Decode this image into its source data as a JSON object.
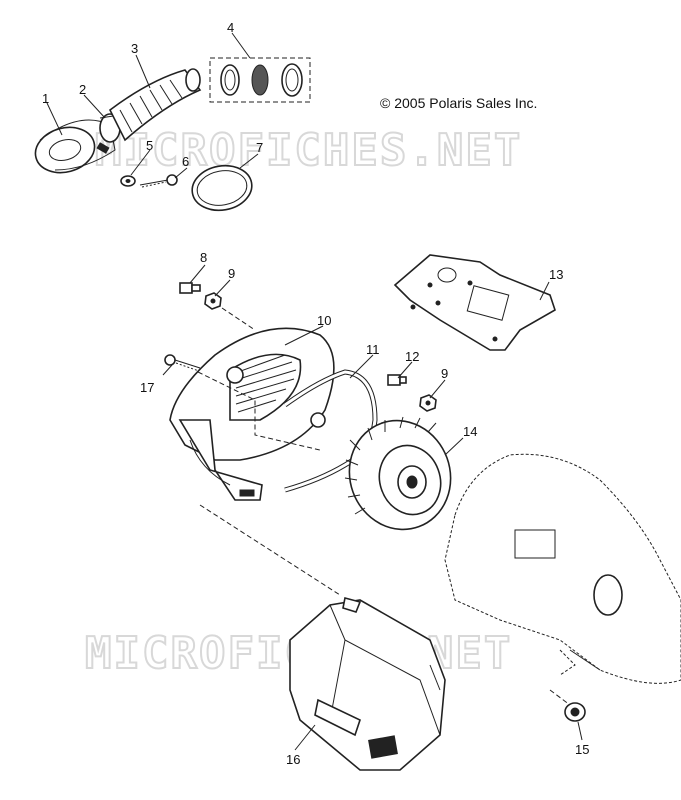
{
  "copyright": "© 2005 Polaris Sales Inc.",
  "watermark": "MICROFICHES.NET",
  "callouts": {
    "c1": "1",
    "c2": "2",
    "c3": "3",
    "c4": "4",
    "c5": "5",
    "c6": "6",
    "c7": "7",
    "c8": "8",
    "c9a": "9",
    "c9b": "9",
    "c10": "10",
    "c11": "11",
    "c12": "12",
    "c13": "13",
    "c14": "14",
    "c15": "15",
    "c16": "16",
    "c17": "17"
  }
}
